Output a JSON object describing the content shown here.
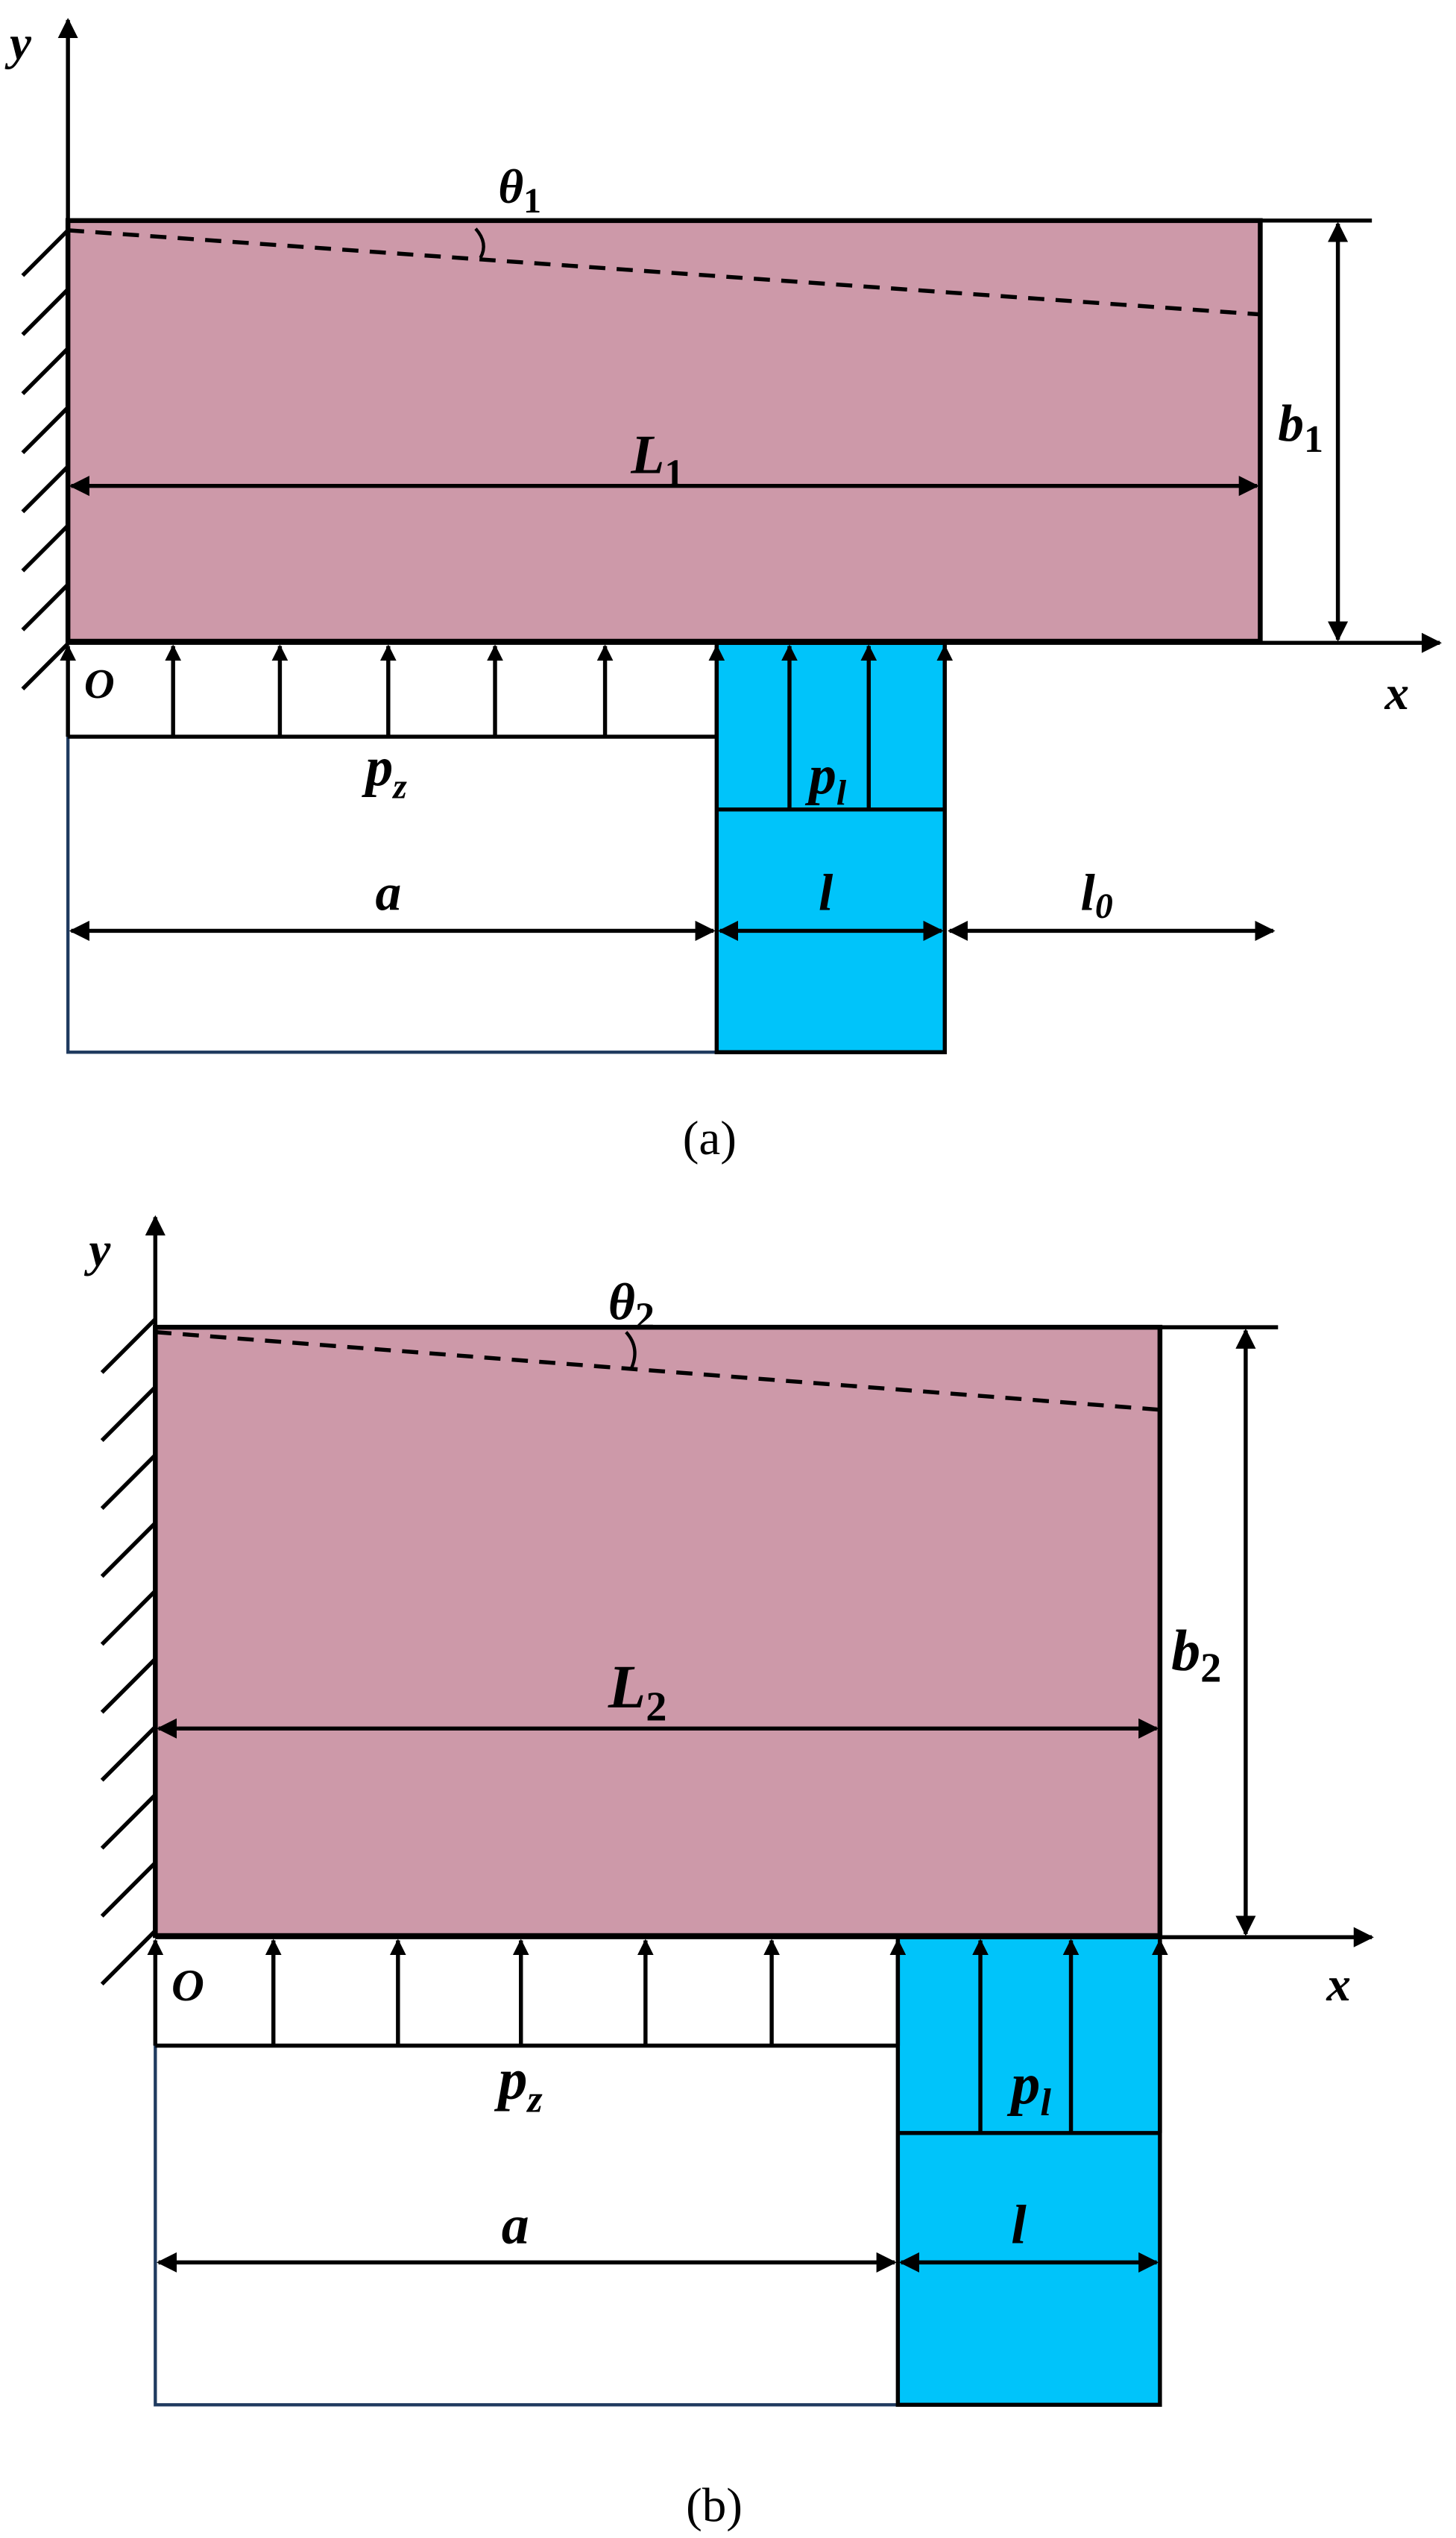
{
  "colors": {
    "beam": "#cd99a9",
    "fluid": "#00c4fa",
    "outline": "#000000",
    "box_outline": "#1f3a5f"
  },
  "figure_a": {
    "caption": "(a)",
    "y_axis": "y",
    "x_axis": "x",
    "origin": "O",
    "theta": "θ",
    "theta_sub": "1",
    "length": "L",
    "length_sub": "1",
    "height": "b",
    "height_sub": "1",
    "p_z": "p",
    "p_z_sub": "z",
    "p_l": "p",
    "p_l_sub": "l",
    "a": "a",
    "l": "l",
    "l0": "l",
    "l0_sub": "0"
  },
  "figure_b": {
    "caption": "(b)",
    "y_axis": "y",
    "x_axis": "x",
    "origin": "O",
    "theta": "θ",
    "theta_sub": "2",
    "length": "L",
    "length_sub": "2",
    "height": "b",
    "height_sub": "2",
    "p_z": "p",
    "p_z_sub": "z",
    "p_l": "p",
    "p_l_sub": "l",
    "a": "a",
    "l": "l"
  }
}
